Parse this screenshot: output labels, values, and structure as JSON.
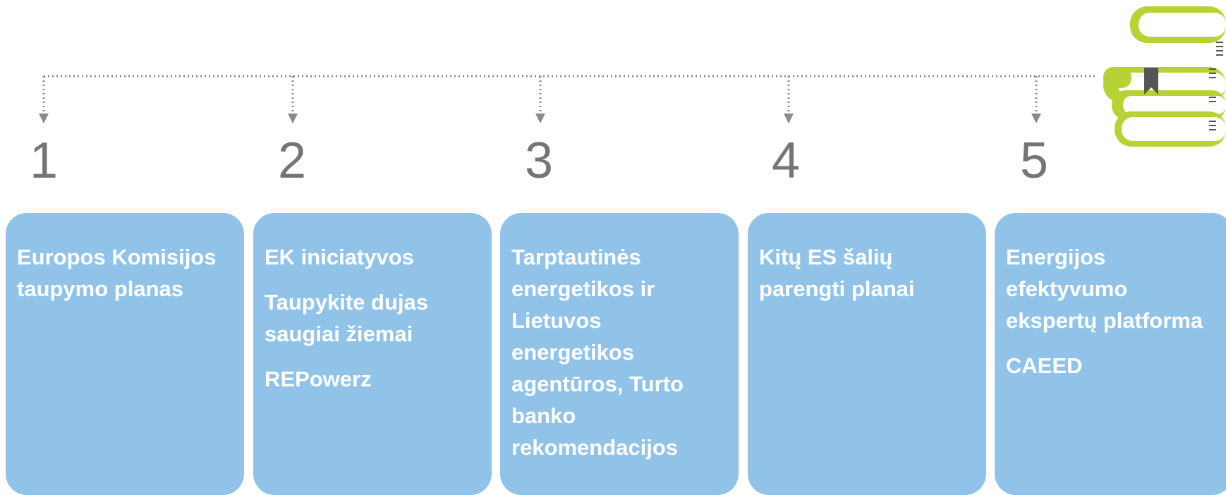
{
  "steps": [
    {
      "number": "1",
      "lines": [
        "Europos Komisijos taupymo planas"
      ]
    },
    {
      "number": "2",
      "lines": [
        "EK iniciatyvos",
        "Taupykite dujas saugiai žiemai",
        "REPowerz"
      ]
    },
    {
      "number": "3",
      "lines": [
        "Tarptautinės energetikos ir Lietuvos energetikos agentūros, Turto banko rekomendacijos"
      ]
    },
    {
      "number": "4",
      "lines": [
        "Kitų ES šalių parengti planai"
      ]
    },
    {
      "number": "5",
      "lines": [
        "Energijos efektyvumo ekspertų platforma",
        "CAEED"
      ]
    }
  ],
  "colors": {
    "card": "#91c3e8",
    "card_text": "#ffffff",
    "number": "#757575",
    "connector": "#8a8a8a",
    "books_green": "#b5d335",
    "bookmark": "#555555"
  },
  "icons": {
    "books": "books-icon",
    "arrow": "arrow-down-icon"
  }
}
